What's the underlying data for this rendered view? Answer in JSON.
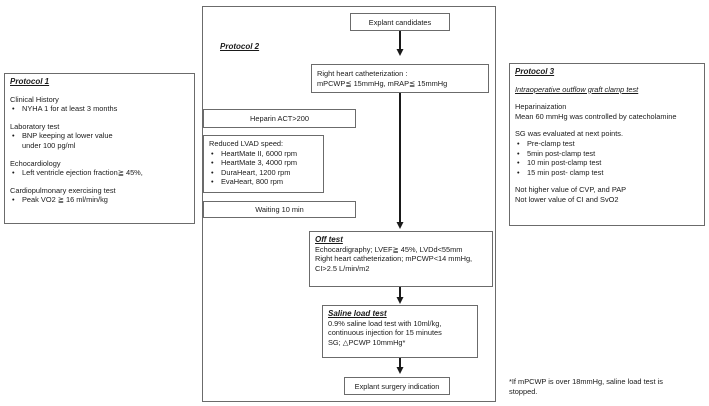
{
  "protocol1": {
    "title": "Protocol 1",
    "clinical_history": "Clinical History",
    "clinical_items": [
      "NYHA 1 for at least 3 months"
    ],
    "lab_test": "Laboratory test",
    "lab_items": [
      "BNP  keeping at lower value"
    ],
    "lab_cont": "under 100 pg/ml",
    "echo": "Echocardiology",
    "echo_items": [
      "Left ventricle ejection fraction≧ 45%,"
    ],
    "cpx": "Cardiopulmonary exercising test",
    "cpx_items": [
      "Peak VO2 ≧ 16 ml/min/kg"
    ]
  },
  "protocol2": {
    "title": "Protocol 2",
    "explant_candidates": "Explant candidates",
    "rhc_l1": "Right heart catheterization :",
    "rhc_l2": "mPCWP≦ 15mmHg,  mRAP≦ 15mmHg",
    "heparin": "Heparin ACT>200",
    "reduced_title": "Reduced LVAD speed:",
    "reduced_items": [
      "HeartMate II, 6000 rpm",
      "HeartMate 3, 4000 rpm",
      "DuraHeart, 1200 rpm",
      "EvaHeart, 800 rpm"
    ],
    "waiting": "Waiting 10 min",
    "off_test_title": "Off test",
    "off_test_lines": [
      "Echocardigraphy; LVEF≧ 45%, LVDd<55mm",
      "Right heart catheterization; mPCWP<14 mmHg,",
      "CI>2.5 L/min/m2"
    ],
    "saline_title": "Saline load test",
    "saline_lines": [
      "0.9% saline load test with 10ml/kg,",
      "continuous injection for 15 minutes",
      "SG; △PCWP 10mmHg*"
    ],
    "explant_indication": "Explant surgery indication"
  },
  "protocol3": {
    "title": "Protocol 3",
    "subtitle": "Intraoperative outflow graft clamp test",
    "hep_l1": "Heparinaization",
    "hep_l2": "Mean 60 mmHg was controlled by catecholamine",
    "sg_eval": "SG was evaluated at next points.",
    "sg_items": [
      "Pre-clamp test",
      "5min post-clamp test",
      "10 min post-clamp test",
      "15 min post- clamp test"
    ],
    "not_l1": "Not higher value of CVP, and PAP",
    "not_l2": "Not lower value of CI and SvO2"
  },
  "footnote": {
    "l1": "*If mPCWP is over 18mmHg, saline load test is",
    "l2": "stopped."
  }
}
